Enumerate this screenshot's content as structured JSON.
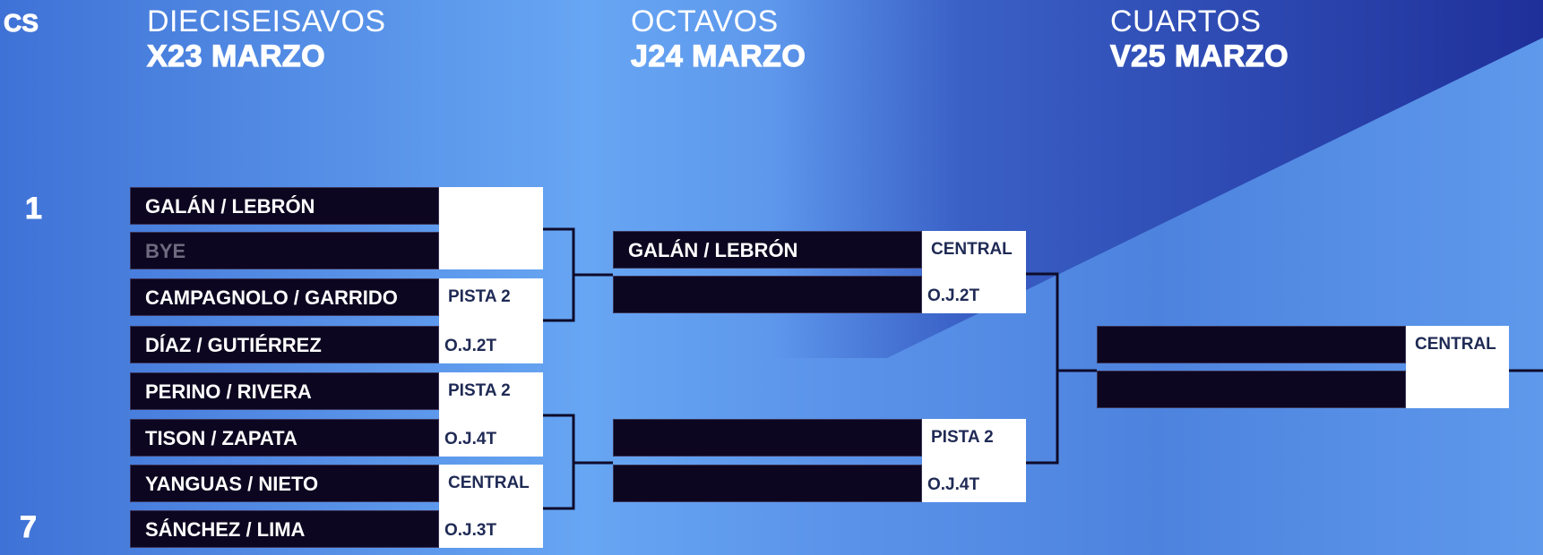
{
  "corner_label": "CS",
  "rounds": [
    {
      "name": "DIECISEISAVOS",
      "date": "X23 MARZO"
    },
    {
      "name": "OCTAVOS",
      "date": "J24 MARZO"
    },
    {
      "name": "CUARTOS",
      "date": "V25 MARZO"
    }
  ],
  "seeds": [
    "1",
    "7"
  ],
  "dieciseisavos": [
    {
      "team_a": "GALÁN / LEBRÓN",
      "team_b": "BYE",
      "court": "",
      "time": ""
    },
    {
      "team_a": "CAMPAGNOLO / GARRIDO",
      "team_b": "DÍAZ / GUTIÉRREZ",
      "court": "PISTA 2",
      "time": "O.J.2T"
    },
    {
      "team_a": "PERINO / RIVERA",
      "team_b": "TISON / ZAPATA",
      "court": "PISTA 2",
      "time": "O.J.4T"
    },
    {
      "team_a": "YANGUAS / NIETO",
      "team_b": "SÁNCHEZ / LIMA",
      "court": "CENTRAL",
      "time": "O.J.3T"
    }
  ],
  "octavos": [
    {
      "team_a": "GALÁN / LEBRÓN",
      "team_b": "",
      "court": "CENTRAL",
      "time": "O.J.2T"
    },
    {
      "team_a": "",
      "team_b": "",
      "court": "PISTA 2",
      "time": "O.J.4T"
    }
  ],
  "cuartos": [
    {
      "team_a": "",
      "team_b": "",
      "court": "CENTRAL",
      "time": ""
    }
  ]
}
